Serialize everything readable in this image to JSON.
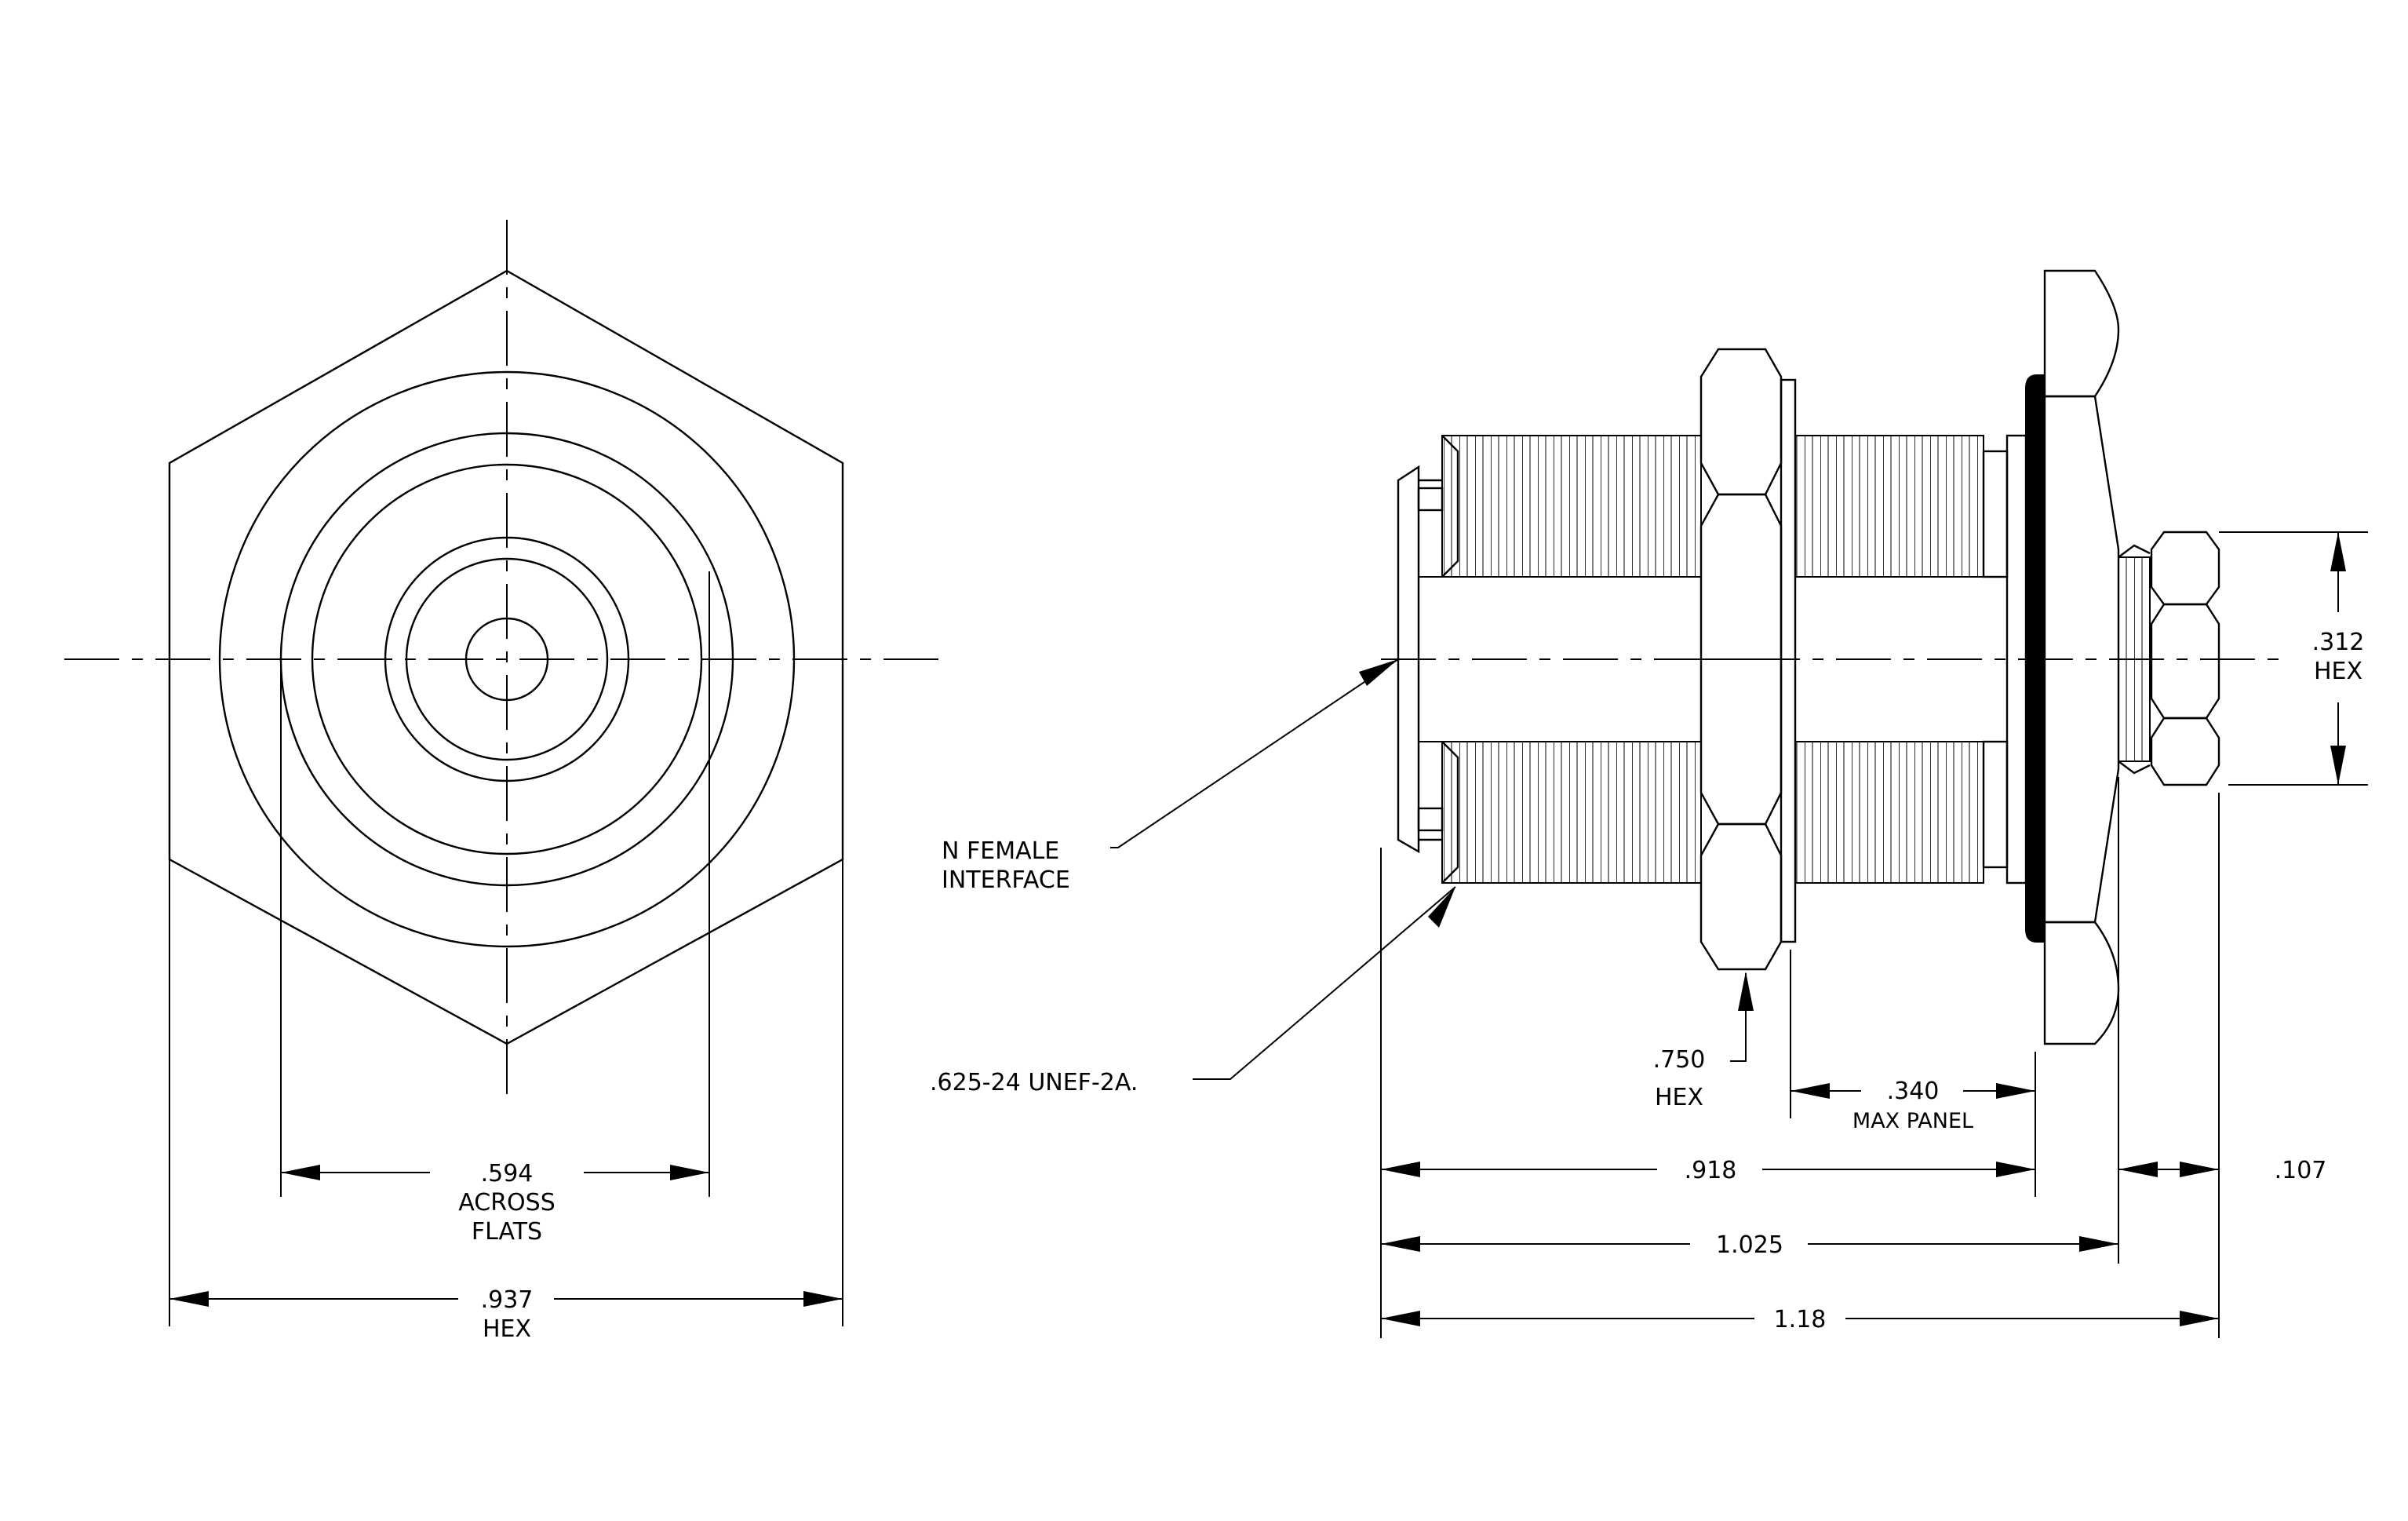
{
  "front_view": {
    "across_flats": {
      "value": ".594",
      "line1": "ACROSS",
      "line2": "FLATS"
    },
    "hex": {
      "value": ".937",
      "label": "HEX"
    }
  },
  "side_view": {
    "interface": {
      "line1": "N FEMALE",
      "line2": "INTERFACE"
    },
    "thread": {
      "label": ".625-24 UNEF-2A."
    },
    "nut_hex": {
      "value": ".750",
      "label": "HEX"
    },
    "panel": {
      "value": ".340",
      "label": "MAX PANEL"
    },
    "rear_hex": {
      "value": ".312",
      "label": "HEX"
    },
    "dim_918": ".918",
    "dim_1025": "1.025",
    "dim_118": "1.18",
    "dim_107": ".107"
  }
}
